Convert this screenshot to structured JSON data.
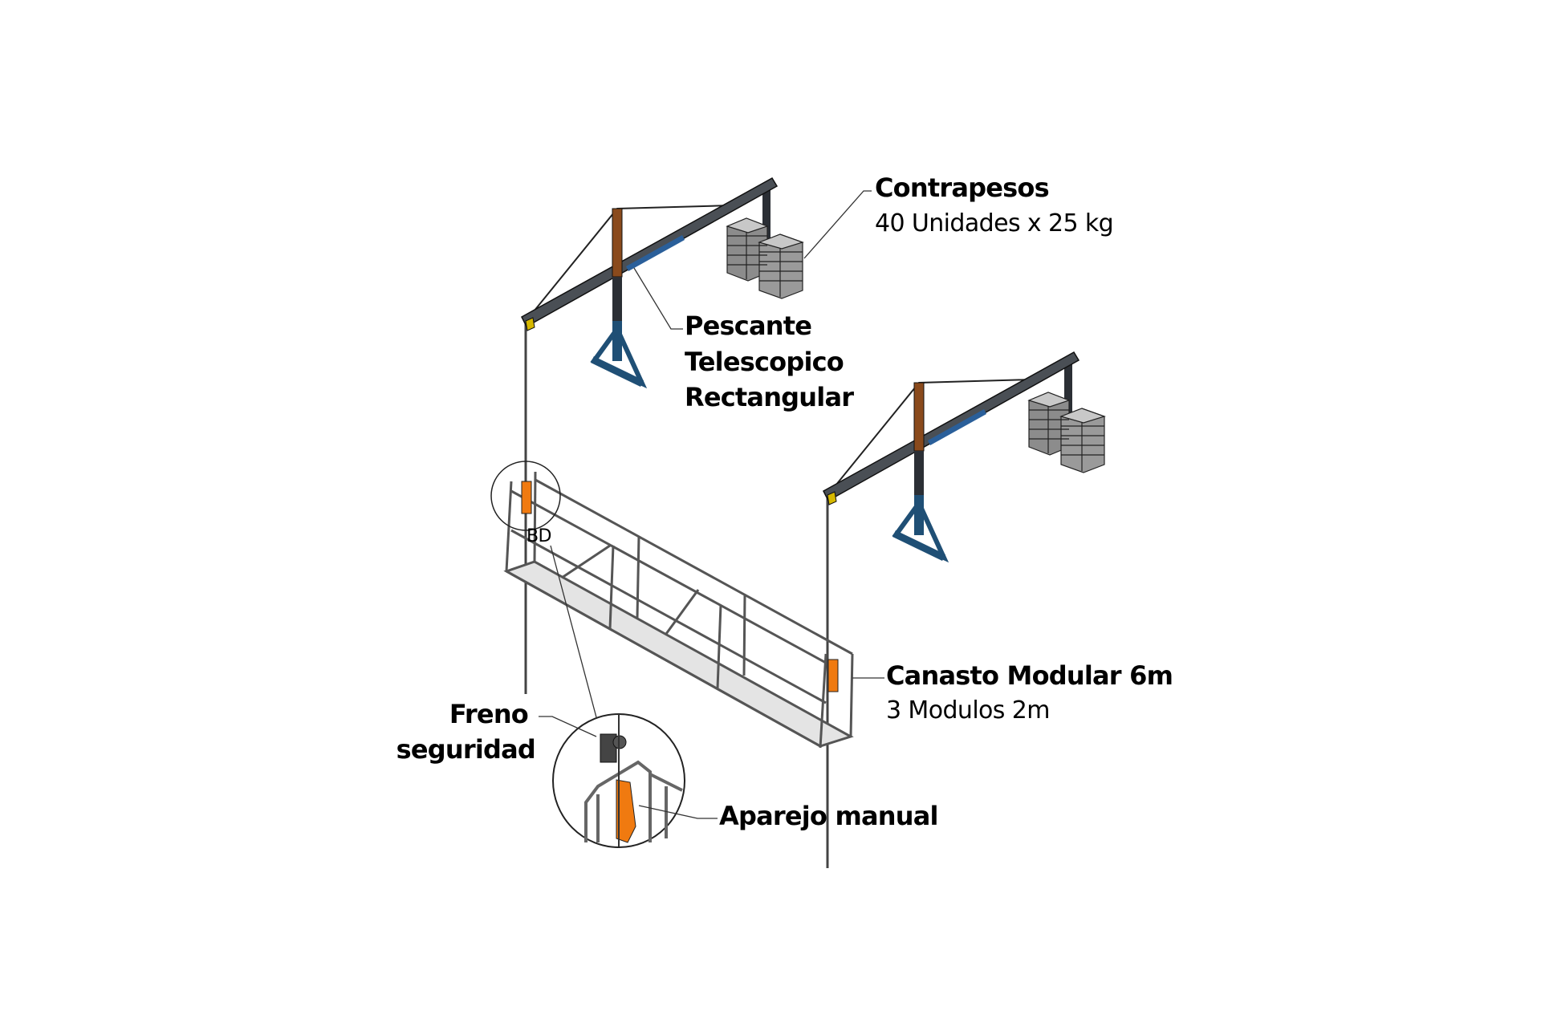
{
  "labels": {
    "counterweights": {
      "title": "Contrapesos",
      "detail": "40 Unidades x 25 kg"
    },
    "davit": {
      "line1": "Pescante",
      "line2": "Telescopico",
      "line3": "Rectangular"
    },
    "basket": {
      "title": "Canasto Modular 6m",
      "detail": "3 Modulos 2m"
    },
    "brake": {
      "line1": "Freno",
      "line2": "seguridad"
    },
    "hoist": {
      "title": "Aparejo manual"
    },
    "detail_mark": "BD"
  },
  "colors": {
    "mast": "#8a4a1c",
    "beam": "#3a3f45",
    "beam_blue": "#2a5f9a",
    "base": "#1f4f75",
    "hoist": "#f07a10",
    "weights": "#8c8c8c",
    "frame": "#c8c8c8"
  }
}
